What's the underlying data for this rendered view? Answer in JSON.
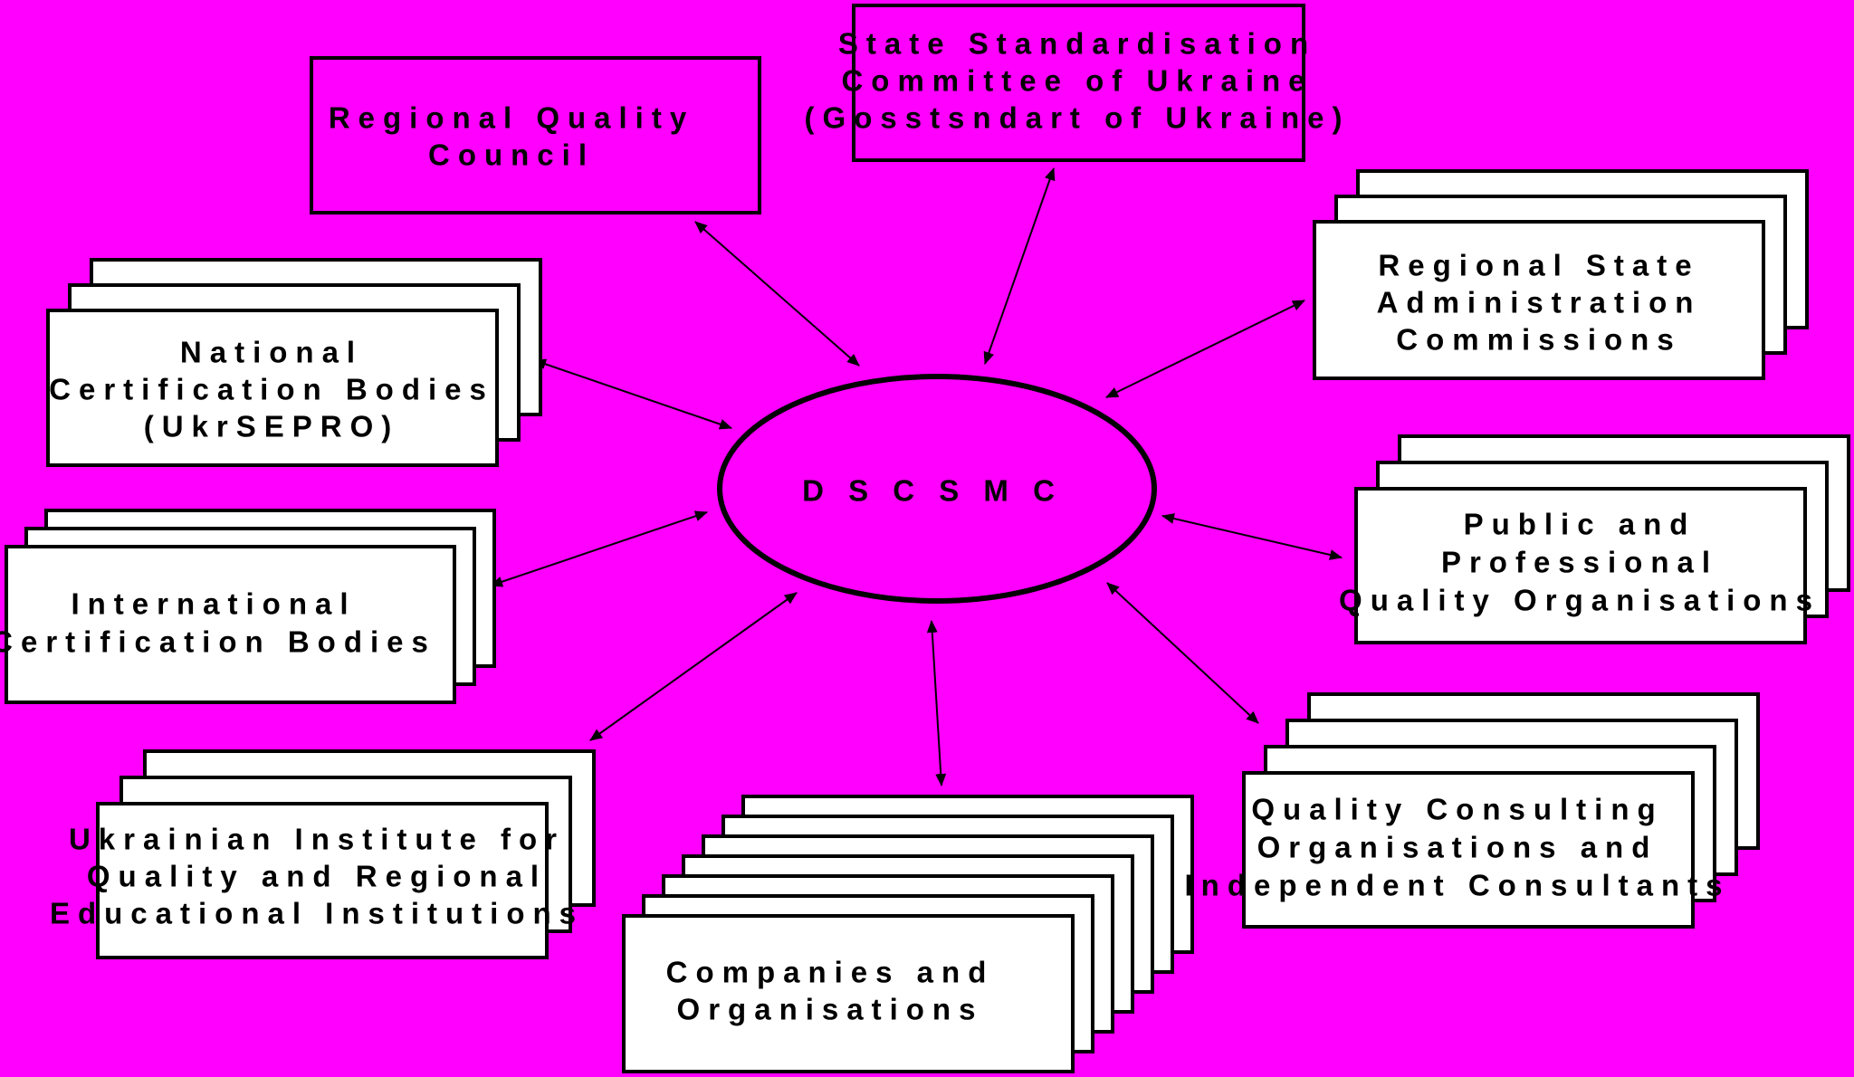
{
  "colors": {
    "background": "#ff00ff",
    "box_fill": "#ffffff",
    "line": "#000000"
  },
  "center": {
    "label": "D S C S M C"
  },
  "nodes": [
    {
      "id": "regional-quality-council",
      "lines": [
        "Regional Quality",
        "Council"
      ],
      "colored": true,
      "stack": 1
    },
    {
      "id": "state-standardisation-committee",
      "lines": [
        "State Standardisation",
        "Committee of Ukraine",
        "(Gosstsndart of Ukraine)"
      ],
      "colored": true,
      "stack": 1
    },
    {
      "id": "regional-state-administration-commissions",
      "lines": [
        "Regional State",
        "Administration",
        "Commissions"
      ],
      "colored": false,
      "stack": 3
    },
    {
      "id": "national-certification-bodies",
      "lines": [
        "National",
        "Certification Bodies",
        "(UkrSEPRO)"
      ],
      "colored": false,
      "stack": 3
    },
    {
      "id": "public-professional-quality-organisations",
      "lines": [
        "Public and",
        "Professional",
        "Quality Organisations"
      ],
      "colored": false,
      "stack": 3
    },
    {
      "id": "international-certification-bodies",
      "lines": [
        "International",
        "Certification Bodies"
      ],
      "colored": false,
      "stack": 3
    },
    {
      "id": "ukrainian-institute-for-quality",
      "lines": [
        "Ukrainian Institute for",
        "Quality and Regional",
        "Educational Institutions"
      ],
      "colored": false,
      "stack": 3
    },
    {
      "id": "companies-and-organisations",
      "lines": [
        "Companies and",
        "Organisations"
      ],
      "colored": false,
      "stack": 7
    },
    {
      "id": "quality-consulting-organisations",
      "lines": [
        "Quality Consulting",
        "Organisations and",
        "Independent Consultants"
      ],
      "colored": false,
      "stack": 4
    }
  ]
}
